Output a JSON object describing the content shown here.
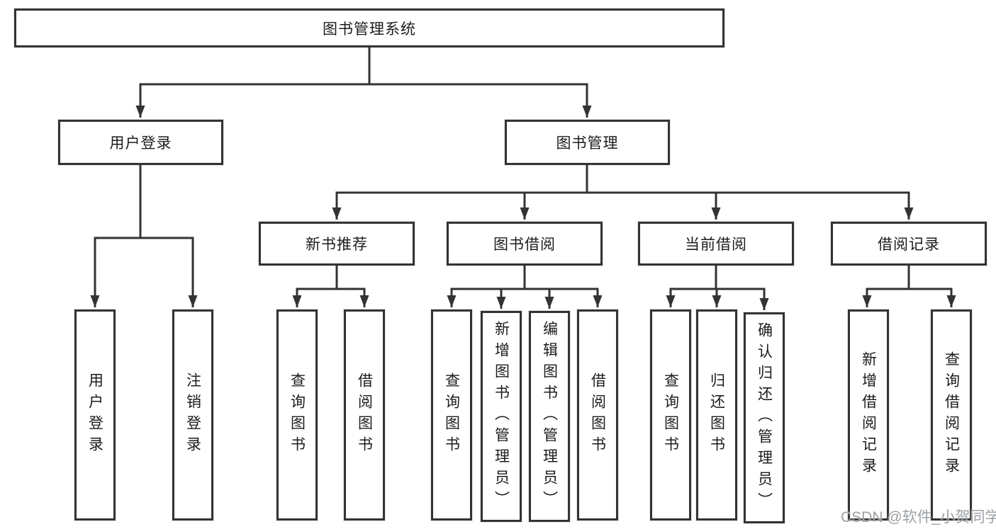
{
  "diagram": {
    "title": "图书管理系统",
    "level2": [
      {
        "label": "用户登录"
      },
      {
        "label": "图书管理"
      }
    ],
    "level3": [
      {
        "label": "新书推荐"
      },
      {
        "label": "图书借阅"
      },
      {
        "label": "当前借阅"
      },
      {
        "label": "借阅记录"
      }
    ],
    "leaves": [
      {
        "label": "用户登录"
      },
      {
        "label": "注销登录"
      },
      {
        "label": "查询图书"
      },
      {
        "label": "借阅图书"
      },
      {
        "label": "查询图书"
      },
      {
        "label": "新增图书（管理员）"
      },
      {
        "label": "编辑图书（管理员）"
      },
      {
        "label": "借阅图书"
      },
      {
        "label": "查询图书"
      },
      {
        "label": "归还图书"
      },
      {
        "label": "确认归还（管理员）"
      },
      {
        "label": "新增借阅记录"
      },
      {
        "label": "查询借阅记录"
      }
    ],
    "colors": {
      "line": "#333333",
      "box_border": "#333333",
      "text": "#1c1c1c",
      "background": "#ffffff",
      "watermark": "#94989c"
    }
  },
  "watermark": {
    "text": "CSDN @软件_小贺同学"
  }
}
